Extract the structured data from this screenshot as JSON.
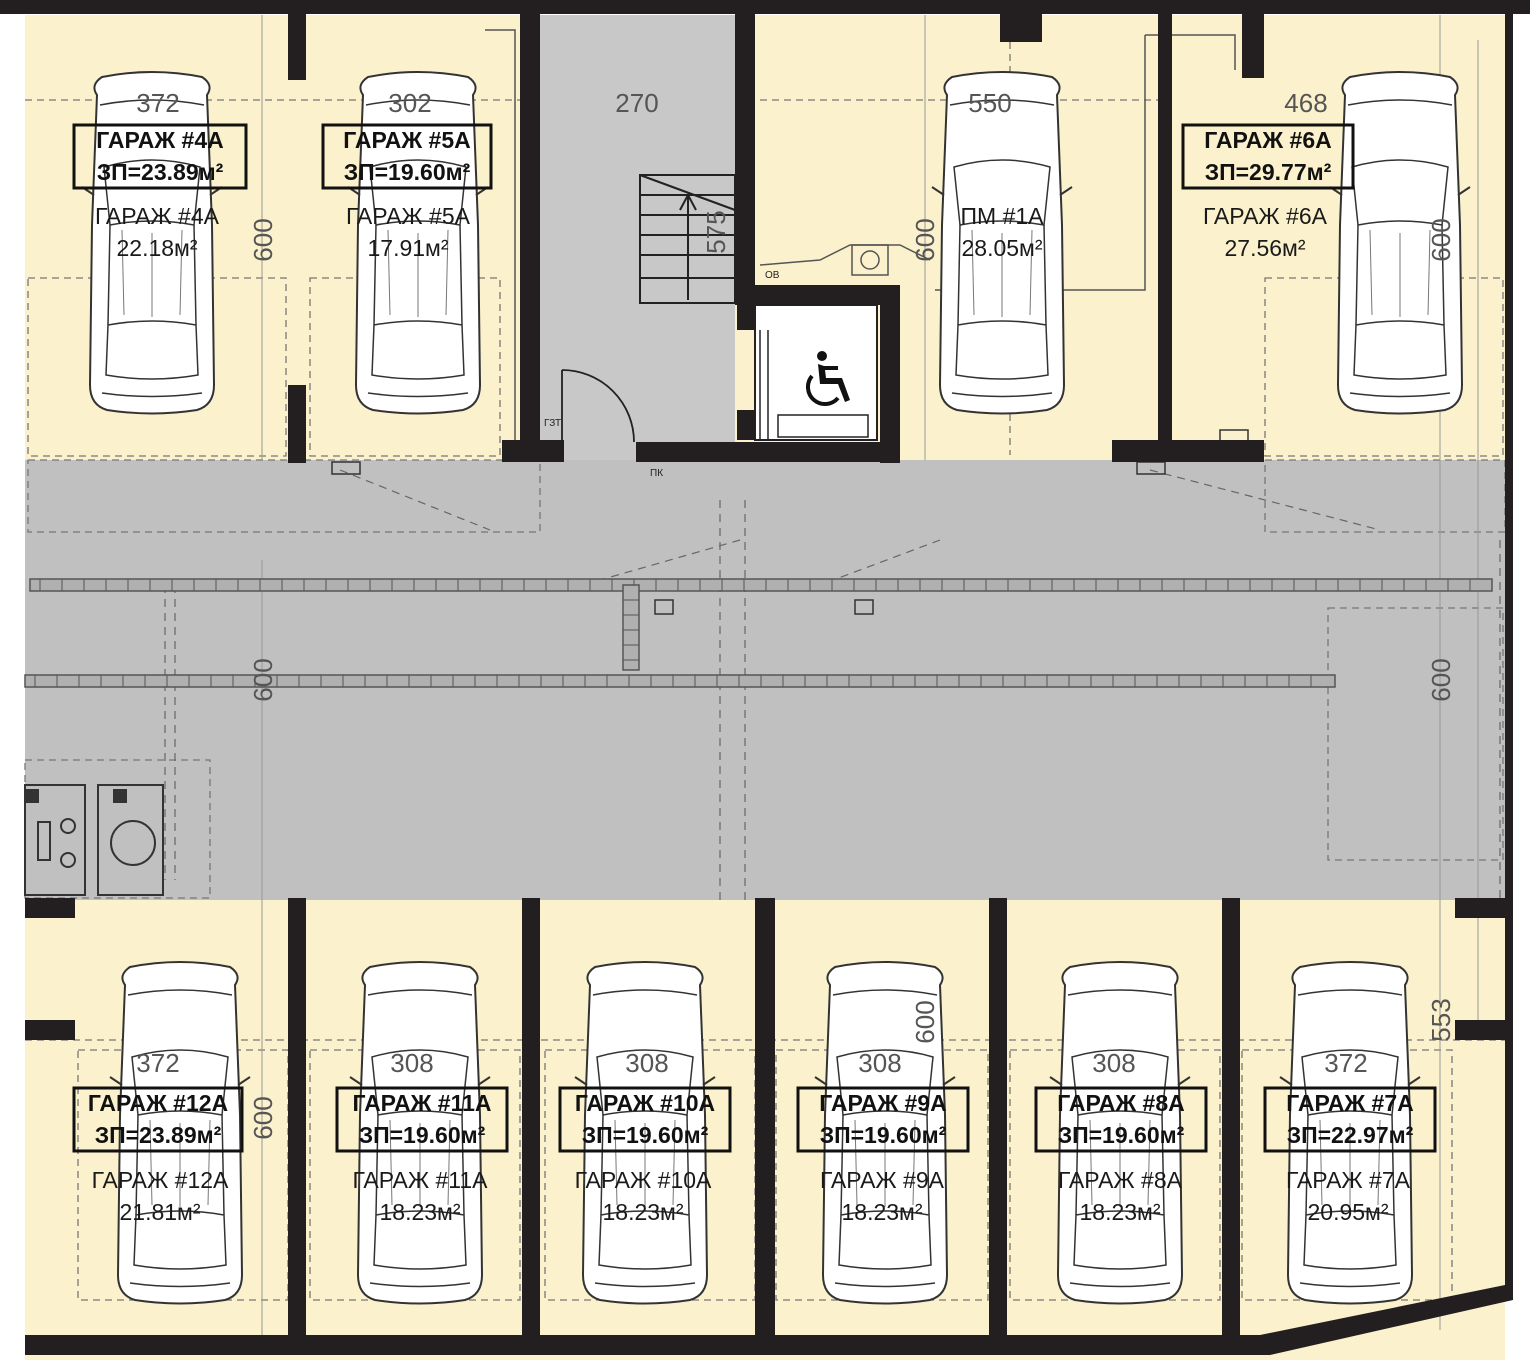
{
  "colors": {
    "room_fill": "#fbf1cc",
    "aisle_fill": "#c0c0c0",
    "stair_fill": "#c8c8c8",
    "wall": "#231f20",
    "line": "#333333"
  },
  "top_garages": [
    {
      "id": "4a",
      "label_box_title": "ГАРАЖ #4А",
      "label_box_area": "ЗП=23.89м²",
      "name": "ГАРАЖ #4А",
      "area": "22.18м²",
      "width_dim": "372",
      "depth_dim": "600"
    },
    {
      "id": "5a",
      "label_box_title": "ГАРАЖ #5А",
      "label_box_area": "ЗП=19.60м²",
      "name": "ГАРАЖ #5А",
      "area": "17.91м²",
      "width_dim": "302"
    },
    {
      "id": "pm1a",
      "name": "ПМ #1А",
      "area": "28.05м²",
      "width_dim": "550",
      "depth_dim": "600"
    },
    {
      "id": "6a",
      "label_box_title": "ГАРАЖ #6А",
      "label_box_area": "ЗП=29.77м²",
      "name": "ГАРАЖ #6А",
      "area": "27.56м²",
      "width_dim": "468",
      "depth_dim": "600"
    }
  ],
  "stair": {
    "width_dim": "270",
    "flight_dim": "575"
  },
  "aisle": {
    "left_dim": "600",
    "right_dim": "600"
  },
  "bottom_garages": [
    {
      "id": "12a",
      "label_box_title": "ГАРАЖ #12А",
      "label_box_area": "ЗП=23.89м²",
      "name": "ГАРАЖ #12А",
      "area": "21.81м²",
      "width_dim": "372",
      "depth_dim": "600"
    },
    {
      "id": "11a",
      "label_box_title": "ГАРАЖ #11А",
      "label_box_area": "ЗП=19.60м²",
      "name": "ГАРАЖ #11А",
      "area": "18.23м²",
      "width_dim": "308"
    },
    {
      "id": "10a",
      "label_box_title": "ГАРАЖ #10А",
      "label_box_area": "ЗП=19.60м²",
      "name": "ГАРАЖ #10А",
      "area": "18.23м²",
      "width_dim": "308"
    },
    {
      "id": "9a",
      "label_box_title": "ГАРАЖ #9А",
      "label_box_area": "ЗП=19.60м²",
      "name": "ГАРАЖ #9А",
      "area": "18.23м²",
      "width_dim": "308",
      "depth_dim": "600"
    },
    {
      "id": "8a",
      "label_box_title": "ГАРАЖ #8А",
      "label_box_area": "ЗП=19.60м²",
      "name": "ГАРАЖ #8А",
      "area": "18.23м²",
      "width_dim": "308"
    },
    {
      "id": "7a",
      "label_box_title": "ГАРАЖ #7А",
      "label_box_area": "ЗП=22.97м²",
      "name": "ГАРАЖ #7А",
      "area": "20.95м²",
      "width_dim": "372",
      "depth_dim": "553"
    }
  ],
  "symbols": {
    "ventilation_label": "ОВ",
    "door_label_1": "ГЗТ",
    "door_label_2": "ПК",
    "accessibility_icon": "wheelchair-icon"
  }
}
